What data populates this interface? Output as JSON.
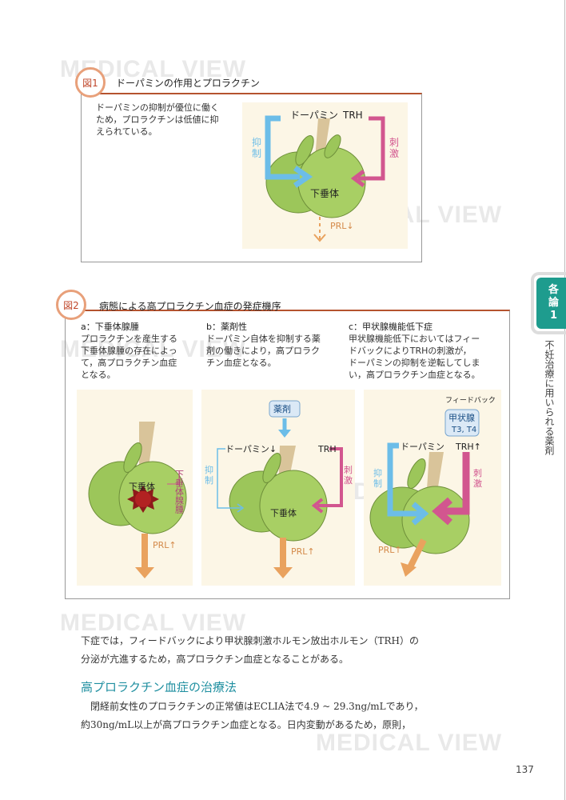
{
  "watermark": "MEDICAL VIEW",
  "fig1": {
    "badge": "図1",
    "title": "ドーパミンの作用とプロラクチン",
    "description": [
      "ドーパミンの抑制が優位に働く",
      "ため，プロラクチンは低値に抑",
      "えられている。"
    ],
    "labels": {
      "dopamine": "ドーパミン",
      "trh": "TRH",
      "inhibit": [
        "抑",
        "制"
      ],
      "stimulate": [
        "刺",
        "激"
      ],
      "pituitary": "下垂体",
      "prl": "PRL↓"
    }
  },
  "fig2": {
    "badge": "図2",
    "title": "病態による高プロラクチン血症の発症機序",
    "columns": [
      {
        "heading": "a：下垂体腺腫",
        "lines": [
          "プロラクチンを産生する",
          "下垂体腺腫の存在によっ",
          "て，高プロラクチン血症",
          "となる。"
        ]
      },
      {
        "heading": "b：薬剤性",
        "lines": [
          "ドーパミン自体を抑制する薬",
          "剤の働きにより，高プロラク",
          "チン血症となる。"
        ]
      },
      {
        "heading": "c：甲状腺機能低下症",
        "lines": [
          "甲状腺機能低下においてはフィー",
          "ドバックによりTRHの刺激が，",
          "ドーパミンの抑制を逆転してしま",
          "い，高プロラクチン血症となる。"
        ]
      }
    ],
    "panel_a": {
      "pituitary": "下垂体",
      "tumor": "下垂体腺腫",
      "prl": "PRL↑"
    },
    "panel_b": {
      "drug": "薬剤",
      "dopamine": "ドーパミン↓",
      "trh": "TRH",
      "inhibit": [
        "抑",
        "制"
      ],
      "stimulate": [
        "刺",
        "激"
      ],
      "pituitary": "下垂体",
      "prl": "PRL↑"
    },
    "panel_c": {
      "feedback": "フィードバック",
      "thyroid": "甲状腺",
      "hormones": "T3, T4",
      "dopamine": "ドーパミン",
      "trh": "TRH↑",
      "inhibit": [
        "抑",
        "制"
      ],
      "stimulate": [
        "刺",
        "激"
      ],
      "prl": "PRL↑"
    }
  },
  "body": {
    "lines": [
      "下症では，フィードバックにより甲状腺刺激ホルモン放出ホルモン（TRH）の",
      "分泌が亢進するため，高プロラクチン血症となることがある。"
    ],
    "section_title": "高プロラクチン血症の治療法",
    "paragraph": [
      "　閉経前女性のプロラクチンの正常値はECLIA法で4.9 ~ 29.3ng/mLであり，",
      "約30ng/mL以上が高プロラクチン血症となる。日内変動があるため，原則，"
    ]
  },
  "side_tab": {
    "label": [
      "各",
      "論",
      "1"
    ],
    "chapter": "不妊治療に用いられる薬剤"
  },
  "page_number": "137",
  "colors": {
    "accent": "#b5532f",
    "badge_ring": "#e8a07a",
    "inhibit": "#6cbde8",
    "stimulate": "#d2568f",
    "prl": "#e9a25e",
    "gland": "#9cc65a",
    "tab": "#1e9c8e",
    "section": "#1f8fa0"
  }
}
